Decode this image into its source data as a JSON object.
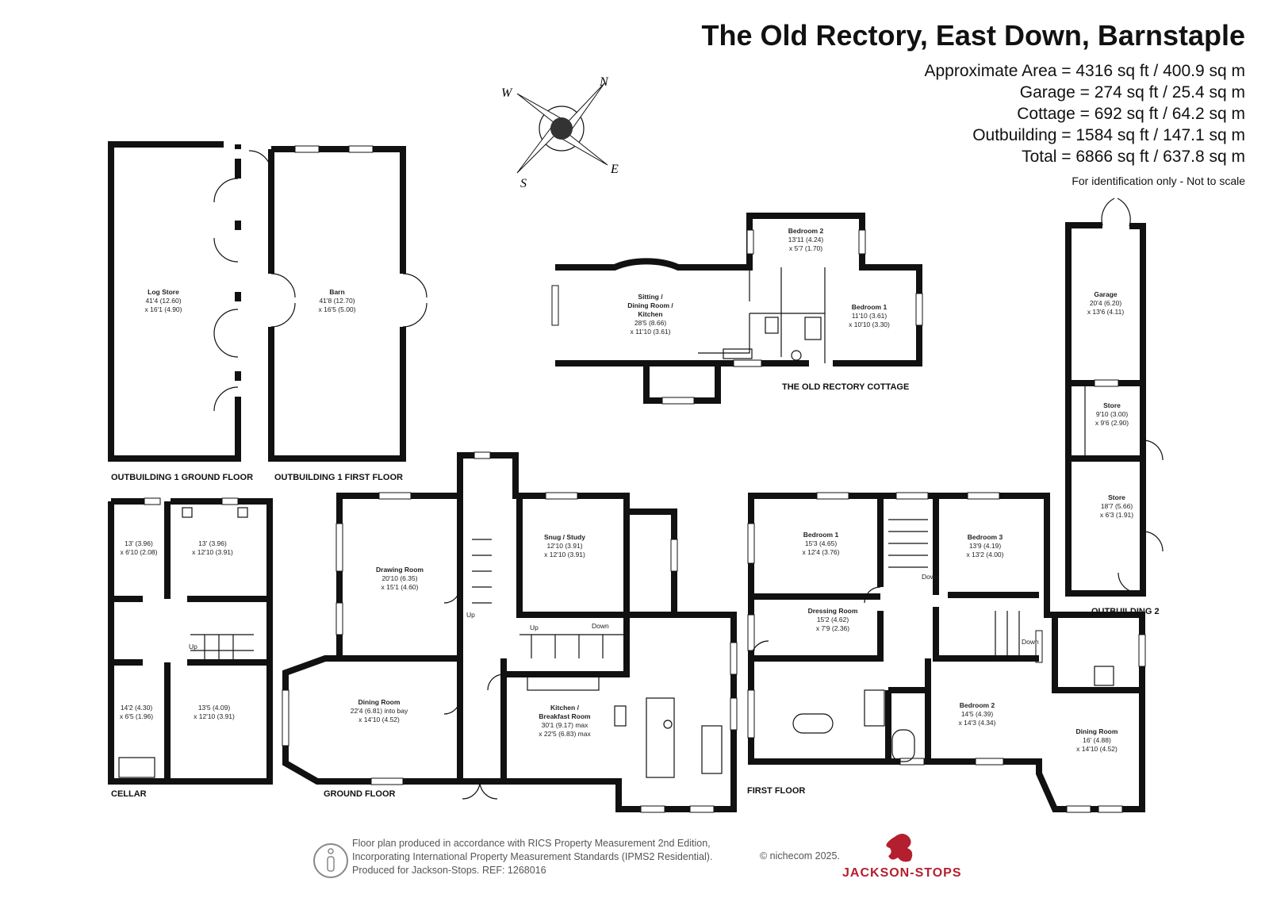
{
  "header": {
    "title": "The Old Rectory, East Down, Barnstaple",
    "areas": [
      "Approximate Area = 4316 sq ft / 400.9 sq m",
      "Garage = 274 sq ft / 25.4 sq m",
      "Cottage = 692 sq ft / 64.2 sq m",
      "Outbuilding = 1584 sq ft / 147.1 sq m",
      "Total = 6866 sq ft / 637.8 sq m"
    ],
    "note": "For identification only - Not to scale"
  },
  "compass": {
    "n": "N",
    "s": "S",
    "e": "E",
    "w": "W"
  },
  "sections": {
    "outbuilding_ground": "OUTBUILDING 1 GROUND FLOOR",
    "outbuilding_first": "OUTBUILDING 1 FIRST FLOOR",
    "cottage": "THE OLD RECTORY COTTAGE",
    "outbuilding2": "OUTBUILDING 2",
    "cellar": "CELLAR",
    "ground": "GROUND FLOOR",
    "first": "FIRST FLOOR"
  },
  "rooms": {
    "log_store": {
      "name": "Log Store",
      "l1": "41'4 (12.60)",
      "l2": "x 16'1 (4.90)"
    },
    "barn": {
      "name": "Barn",
      "l1": "41'8 (12.70)",
      "l2": "x 16'5 (5.00)"
    },
    "cottage_sitting": {
      "name": "Sitting /",
      "name2": "Dining Room /",
      "name3": "Kitchen",
      "l1": "28'5 (8.66)",
      "l2": "x 11'10 (3.61)"
    },
    "cottage_bed2": {
      "name": "Bedroom 2",
      "l1": "13'11 (4.24)",
      "l2": "x 5'7 (1.70)"
    },
    "cottage_bed1": {
      "name": "Bedroom 1",
      "l1": "11'10 (3.61)",
      "l2": "x 10'10 (3.30)"
    },
    "garage": {
      "name": "Garage",
      "l1": "20'4 (6.20)",
      "l2": "x 13'6 (4.11)"
    },
    "store1": {
      "name": "Store",
      "l1": "9'10 (3.00)",
      "l2": "x 9'6 (2.90)"
    },
    "store2": {
      "name": "Store",
      "l1": "18'7 (5.66)",
      "l2": "x 6'3 (1.91)"
    },
    "cellar_a": {
      "l1": "13' (3.96)",
      "l2": "x 6'10 (2.08)"
    },
    "cellar_b": {
      "l1": "13' (3.96)",
      "l2": "x 12'10 (3.91)"
    },
    "cellar_c": {
      "l1": "14'2 (4.30)",
      "l2": "x 6'5 (1.96)"
    },
    "cellar_d": {
      "l1": "13'5 (4.09)",
      "l2": "x 12'10 (3.91)"
    },
    "drawing": {
      "name": "Drawing Room",
      "l1": "20'10 (6.35)",
      "l2": "x 15'1 (4.60)"
    },
    "dining": {
      "name": "Dining Room",
      "l1": "22'4 (6.81) into bay",
      "l2": "x 14'10 (4.52)"
    },
    "snug": {
      "name": "Snug / Study",
      "l1": "12'10 (3.91)",
      "l2": "x 12'10 (3.91)"
    },
    "kitchen": {
      "name": "Kitchen /",
      "name2": "Breakfast Room",
      "l1": "30'1 (9.17) max",
      "l2": "x 22'5 (6.83) max"
    },
    "f_bed1": {
      "name": "Bedroom 1",
      "l1": "15'3 (4.65)",
      "l2": "x 12'4 (3.76)"
    },
    "f_bed3": {
      "name": "Bedroom 3",
      "l1": "13'9 (4.19)",
      "l2": "x 13'2 (4.00)"
    },
    "dressing": {
      "name": "Dressing Room",
      "l1": "15'2 (4.62)",
      "l2": "x 7'9 (2.36)"
    },
    "f_bed2": {
      "name": "Bedroom 2",
      "l1": "14'5 (4.39)",
      "l2": "x 14'3 (4.34)"
    },
    "f_dining": {
      "name": "Dining Room",
      "l1": "16' (4.88)",
      "l2": "x 14'10 (4.52)"
    }
  },
  "markers": {
    "up": "Up",
    "down": "Down"
  },
  "footer": {
    "line1": "Floor plan produced in accordance with RICS Property Measurement 2nd Edition,",
    "line2": "Incorporating International Property Measurement Standards (IPMS2 Residential).",
    "line3": "Produced for Jackson-Stops.   REF:  1268016",
    "copyright": "© nichecom 2025.",
    "brand": "JACKSON-STOPS"
  },
  "colors": {
    "brand": "#b31f2e",
    "wall": "#111111"
  }
}
